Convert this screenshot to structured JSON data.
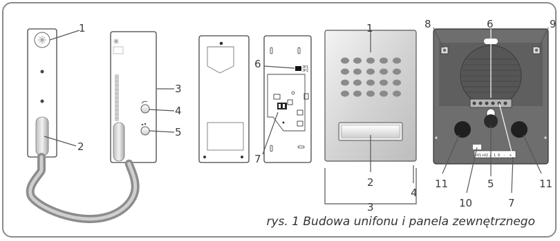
{
  "caption": "rys. 1 Budowa unifonu i panela zewnętrznego",
  "handset_labels": {
    "l1": "1",
    "l2": "2",
    "l3": "3",
    "l4": "4",
    "l5": "5"
  },
  "board_labels": {
    "l6": "6",
    "l7": "7"
  },
  "panel_labels": {
    "l1": "1",
    "l2": "2",
    "l3": "3",
    "l4": "4"
  },
  "back_labels": {
    "l8": "8",
    "l6": "6",
    "l9": "9",
    "l11a": "11",
    "l10": "10",
    "l5": "5",
    "l7": "7",
    "l11b": "11"
  },
  "board_marks": {
    "jp1": "JP1",
    "jp2": "JP2"
  },
  "terminal_marks": {
    "t1": "+V1",
    "t2": "+V2",
    "t3": "2",
    "t4": "1",
    "t5": "0",
    "t6": "-",
    "t7": "+"
  },
  "colors": {
    "frame": "#8a8a8a",
    "device_outline": "#444444",
    "back_panel": "#6e6e6e",
    "text": "#3a3a3a"
  }
}
